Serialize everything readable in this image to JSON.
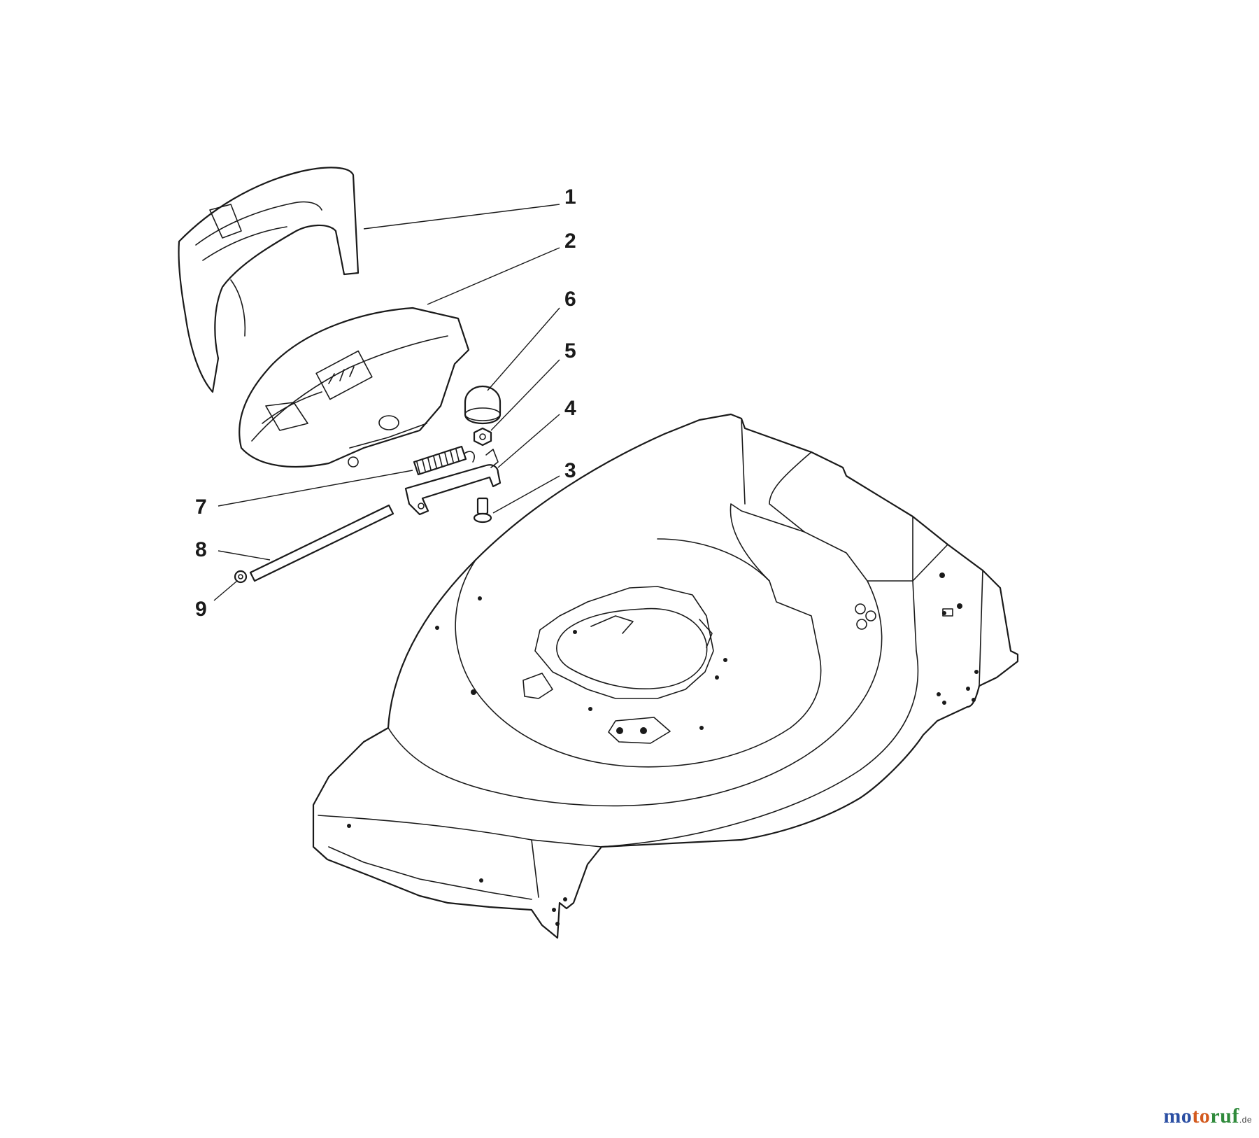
{
  "callouts": [
    {
      "id": "1",
      "label": "1"
    },
    {
      "id": "2",
      "label": "2"
    },
    {
      "id": "3",
      "label": "3"
    },
    {
      "id": "4",
      "label": "4"
    },
    {
      "id": "5",
      "label": "5"
    },
    {
      "id": "6",
      "label": "6"
    },
    {
      "id": "7",
      "label": "7"
    },
    {
      "id": "8",
      "label": "8"
    },
    {
      "id": "9",
      "label": "9"
    }
  ],
  "watermark": {
    "part_a": "mo",
    "part_b": "to",
    "part_c": "ruf",
    "tld": ".de"
  },
  "colors": {
    "line": "#1a1a1a",
    "watermark_blue": "#2b4fa3",
    "watermark_orange": "#d35a1e",
    "watermark_green": "#2f8a3b"
  }
}
